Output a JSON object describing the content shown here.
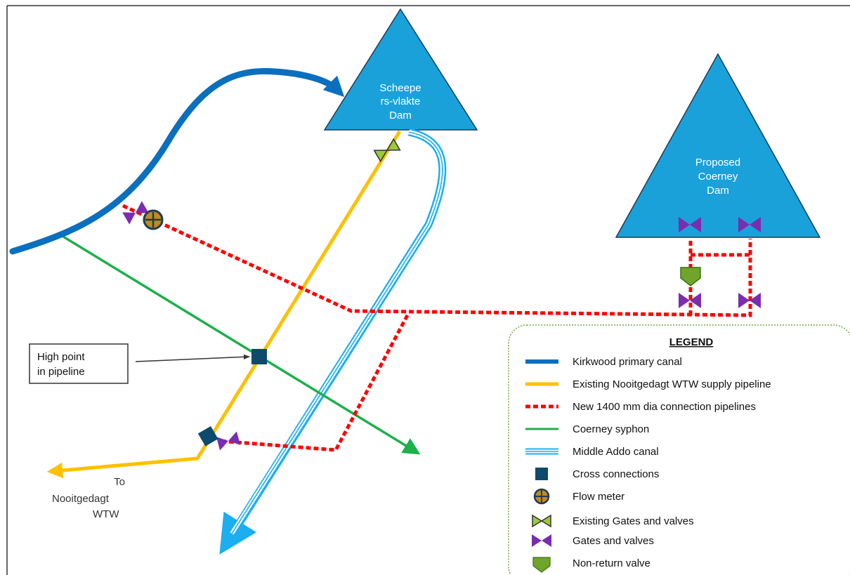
{
  "dams": {
    "scheepersvlakte": [
      "Scheepe",
      "rs-vlakte",
      "Dam"
    ],
    "coerney": [
      "Proposed",
      "Coerney",
      "Dam"
    ]
  },
  "callout": {
    "high_point": [
      "High point",
      "in pipeline"
    ]
  },
  "destination": [
    "To",
    "Nooitgedagt",
    "WTW"
  ],
  "legend": {
    "title": "LEGEND",
    "items": [
      {
        "symbol": "kirkwood",
        "label": "Kirkwood primary canal"
      },
      {
        "symbol": "existing-pipeline",
        "label": "Existing Nooitgedagt WTW supply pipeline"
      },
      {
        "symbol": "new-pipeline",
        "label": "New 1400 mm dia connection pipelines"
      },
      {
        "symbol": "syphon",
        "label": "Coerney syphon"
      },
      {
        "symbol": "addo",
        "label": "Middle Addo canal"
      },
      {
        "symbol": "cross-connection",
        "label": "Cross connections"
      },
      {
        "symbol": "flow-meter",
        "label": "Flow meter"
      },
      {
        "symbol": "existing-valve",
        "label": "Existing Gates and valves"
      },
      {
        "symbol": "valve",
        "label": "Gates and valves"
      },
      {
        "symbol": "non-return-valve",
        "label": "Non-return valve"
      }
    ]
  },
  "colors": {
    "dam_fill": "#1AA1D9",
    "kirkwood_canal": "#0A6FBE",
    "existing_pipeline": "#FFC000",
    "new_pipeline": "#FF0000",
    "syphon": "#1DB04C",
    "addo_canal": "#1BAEF0",
    "cross_connection": "#0D4A6B",
    "valve": "#7A2DB0",
    "existing_valve_fill": "#9BC93A",
    "non_return_valve": "#6FA52A",
    "legend_border": "#70A844"
  }
}
